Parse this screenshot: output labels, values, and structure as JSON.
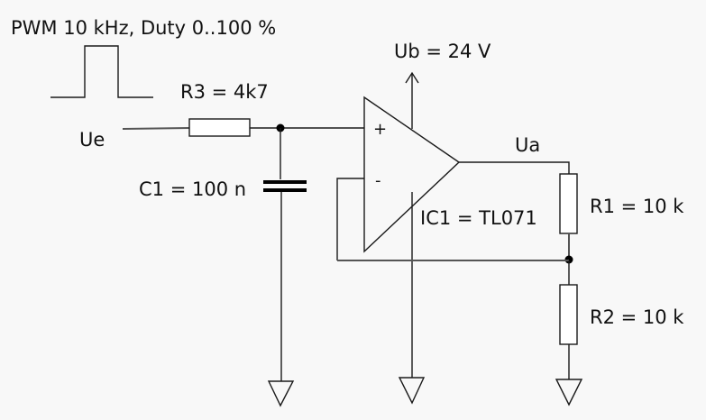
{
  "title": "PWM 10 kHz, Duty 0..100 %",
  "labels": {
    "input": "Ue",
    "output": "Ua",
    "supply": "Ub = 24 V",
    "r3": "R3 = 4k7",
    "c1": "C1 = 100 n",
    "ic1": "IC1 = TL071",
    "r1": "R1 = 10 k",
    "r2": "R2 = 10 k",
    "plus": "+",
    "minus": "-"
  },
  "components": [
    {
      "ref": "R3",
      "type": "resistor",
      "value": "4k7"
    },
    {
      "ref": "C1",
      "type": "capacitor",
      "value": "100 n"
    },
    {
      "ref": "IC1",
      "type": "opamp",
      "value": "TL071"
    },
    {
      "ref": "R1",
      "type": "resistor",
      "value": "10 k"
    },
    {
      "ref": "R2",
      "type": "resistor",
      "value": "10 k"
    }
  ],
  "signal": {
    "type": "PWM",
    "frequency": "10 kHz",
    "duty": "0..100 %"
  },
  "supply_voltage": "24 V"
}
